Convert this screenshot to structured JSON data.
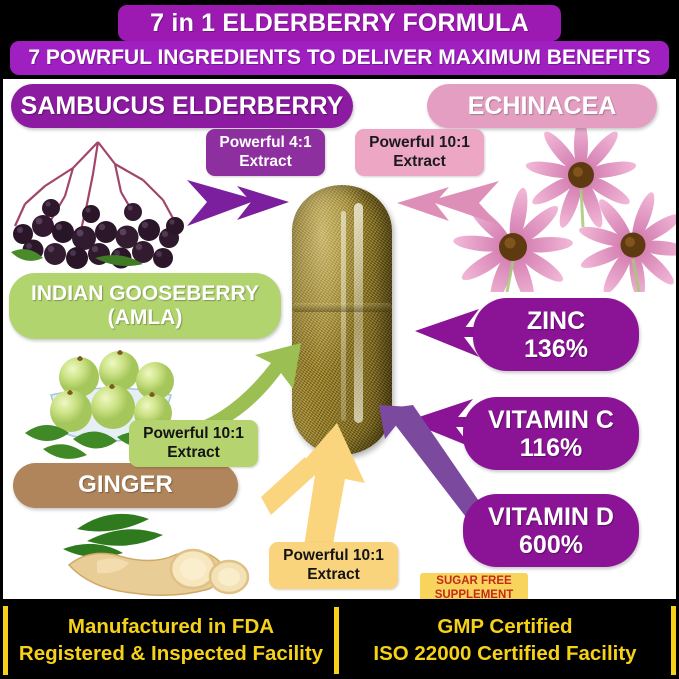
{
  "header": {
    "title": "7 in 1  ELDERBERRY FORMULA",
    "subtitle": "7 POWRFUL INGREDIENTS TO DELIVER MAXIMUM BENEFITS",
    "title_bg": "#9c1ab2",
    "subtitle_bg": "#a01fc0",
    "band_bg": "#000000"
  },
  "ingredients": {
    "sambucus": {
      "label": "SAMBUCUS ELDERBERRY",
      "color": "#8d1ba2",
      "extract_line1": "Powerful 4:1",
      "extract_line2": "Extract",
      "extract_bg": "#8d2f9f",
      "arrow_color": "#7b1f9e",
      "arrow_direction": "right"
    },
    "echinacea": {
      "label": "ECHINACEA",
      "color": "#e49ec1",
      "extract_line1": "Powerful 10:1",
      "extract_line2": "Extract",
      "extract_bg": "#eda7c5",
      "arrow_color": "#dd8fb8",
      "arrow_direction": "left"
    },
    "gooseberry": {
      "label_line1": "INDIAN GOOSEBERRY",
      "label_line2": "(AMLA)",
      "color": "#b2d46e",
      "extract_line1": "Powerful 10:1",
      "extract_line2": "Extract",
      "extract_bg": "#b5d36e",
      "arrow_color": "#9bbf52",
      "arrow_direction": "up-right"
    },
    "ginger": {
      "label": "GINGER",
      "color": "#b1855c",
      "extract_line1": "Powerful 10:1",
      "extract_line2": "Extract",
      "extract_bg": "#fad47d",
      "arrow_color": "#fbd47e",
      "arrow_direction": "up"
    }
  },
  "nutrients": [
    {
      "name": "ZINC",
      "value": "136%",
      "color": "#8a1396",
      "arrow_color": "#8a1396"
    },
    {
      "name": "VITAMIN C",
      "value": "116%",
      "color": "#8a1396",
      "arrow_color": "#8a1396"
    },
    {
      "name": "VITAMIN D",
      "value": "600%",
      "color": "#8a1396",
      "arrow_color": "#7b4a9e"
    }
  ],
  "sugar_free": {
    "line1": "SUGAR FREE",
    "line2": "SUPPLEMENT",
    "bg": "#f9d45d",
    "text_color": "#c22a1c"
  },
  "product": {
    "form": "capsule",
    "fill_color": "#8c7622"
  },
  "footer": {
    "left_line1": "Manufactured in FDA",
    "left_line2": "Registered & Inspected Facility",
    "right_line1": "GMP Certified",
    "right_line2": "ISO 22000 Certified Facility",
    "bg": "#000000",
    "text_color": "#f5d118",
    "accent": "#f5d118"
  }
}
